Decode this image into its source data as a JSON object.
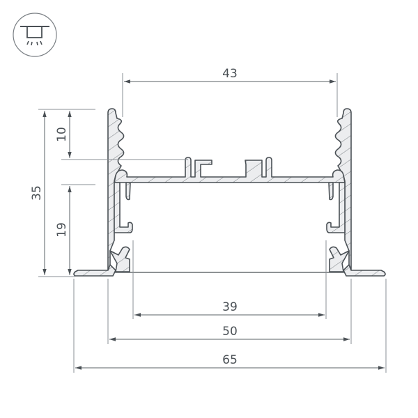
{
  "icon": {
    "name": "recessed-ceiling-light-icon",
    "description": "recessed mount"
  },
  "colors": {
    "line": "#4a5055",
    "fill": "#e9eaec",
    "dim": "#5a6066",
    "thin": "#8a8f94"
  },
  "dimensions": {
    "top_width": "43",
    "upper_height": "10",
    "total_height": "35",
    "lower_height": "19",
    "inner_width": "39",
    "body_width": "50",
    "total_width": "65"
  },
  "units": "mm"
}
